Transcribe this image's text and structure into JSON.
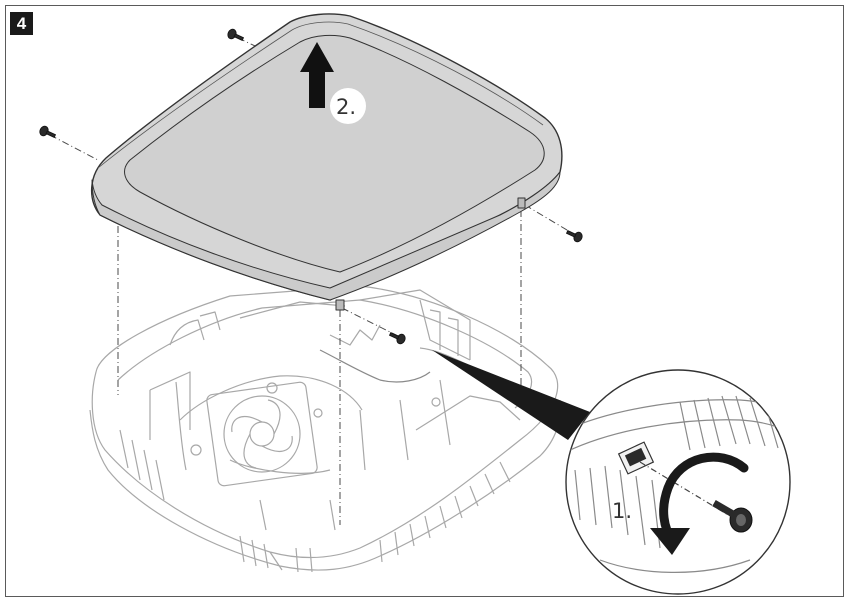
{
  "step": {
    "number": "4"
  },
  "labels": {
    "step1": "1.",
    "step2": "2."
  },
  "colors": {
    "outline": "#9a9a9a",
    "line": "#4a4a4a",
    "lid_fill": "#d9d9d9",
    "lid_top": "#cfcfcf",
    "arrow": "#1a1a1a",
    "frame": "#5a5a5a"
  },
  "icons": {
    "lift_arrow": "arrow-up-icon",
    "rotate_arrow": "counterclockwise-rotate-icon",
    "screw": "screw-icon",
    "detail_callout": "magnifier-callout"
  }
}
